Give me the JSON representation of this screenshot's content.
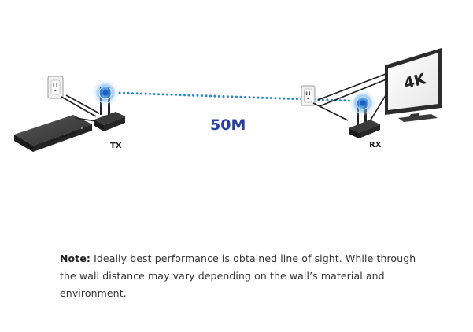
{
  "diagram": {
    "tx_label": "TX",
    "rx_label": "RX",
    "distance_label": "50M",
    "display_label": "4K"
  },
  "note": {
    "label": "Note:",
    "text": " Ideally best performance is obtained line of sight. While through the wall distance may vary depending on the wall’s material and environment."
  },
  "colors": {
    "signal_dots": "#2f86d9",
    "signal_glow": "#3d8fe0",
    "distance_text": "#2b3fa0",
    "device_body": "#2a2a2a",
    "cable": "#1e1e1e"
  }
}
